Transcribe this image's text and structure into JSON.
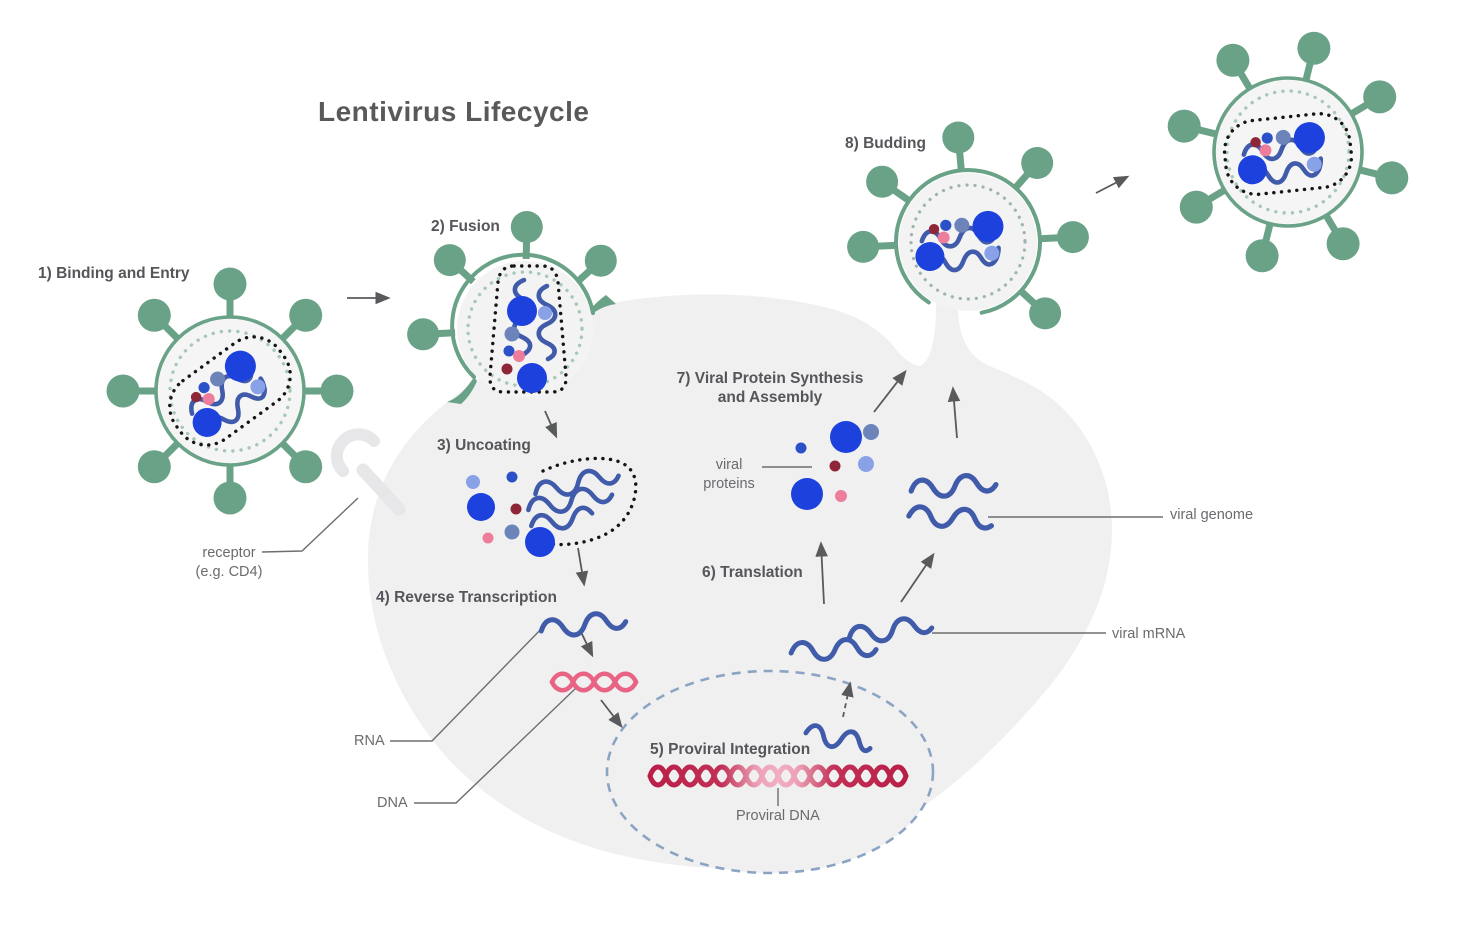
{
  "title": "Lentivirus Lifecycle",
  "steps": {
    "binding": "1) Binding and Entry",
    "fusion": "2) Fusion",
    "uncoating": "3) Uncoating",
    "reverse_transcription": "4) Reverse Transcription",
    "proviral_integration": "5) Proviral Integration",
    "translation": "6) Translation",
    "protein_synthesis_line1": "7) Viral Protein Synthesis",
    "protein_synthesis_line2": "and Assembly",
    "budding": "8) Budding"
  },
  "annotations": {
    "receptor_line1": "receptor",
    "receptor_line2": "(e.g. CD4)",
    "rna": "RNA",
    "dna": "DNA",
    "proviral_dna": "Proviral DNA",
    "viral_proteins_line1": "viral",
    "viral_proteins_line2": "proteins",
    "viral_mrna": "viral mRNA",
    "viral_genome": "viral genome"
  },
  "colors": {
    "membrane_green": "#6AA287",
    "ring_green": "#A6C8B4",
    "ring_gray_green": "#9DB5AA",
    "capsid_black": "#151515",
    "rna_blue": "#3F5BA9",
    "vivid_blue": "#1C41DC",
    "slate_blue": "#6C84BA",
    "light_blue": "#89A1E6",
    "dark_red": "#8E2638",
    "pink": "#EE7D9C",
    "dna_pink": "#E86384",
    "proviral_dark": "#B91E47",
    "proviral_light": "#F2AFC2",
    "nucleus_dash": "#8CA4C4",
    "cell_fill": "#F0F0F1",
    "virion_fill": "#F5F5F6",
    "arrow_gray": "#595a5c",
    "text_dark": "#55565A",
    "text_light": "#6A6B6E"
  }
}
